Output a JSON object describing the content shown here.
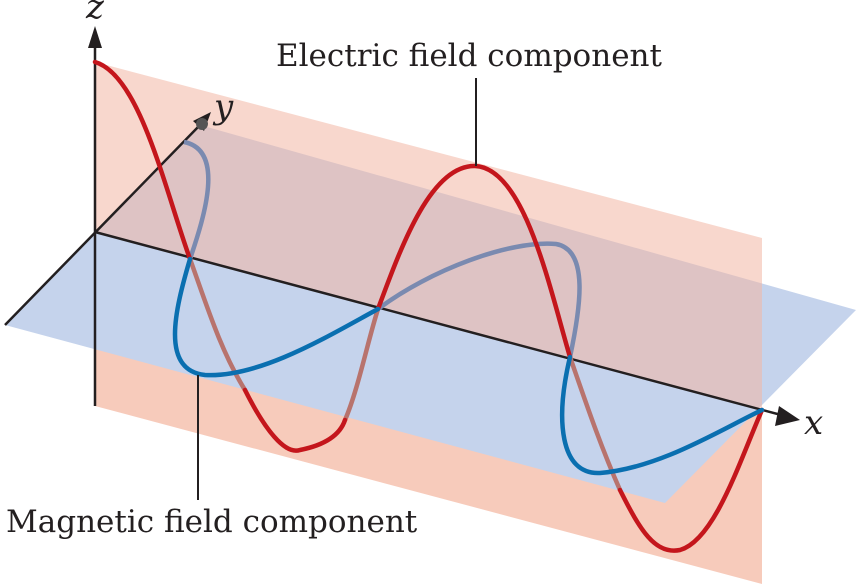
{
  "labels": {
    "z_axis": "z",
    "y_axis": "y",
    "x_axis": "x",
    "electric": "Electric field component",
    "magnetic": "Magnetic field component"
  },
  "colors": {
    "electric_wave": "#c4161c",
    "magnetic_wave": "#0a6fb0",
    "vertical_plane": "#f7cbbb",
    "horizontal_plane": "#c5d3ec",
    "axis": "#231f20"
  }
}
